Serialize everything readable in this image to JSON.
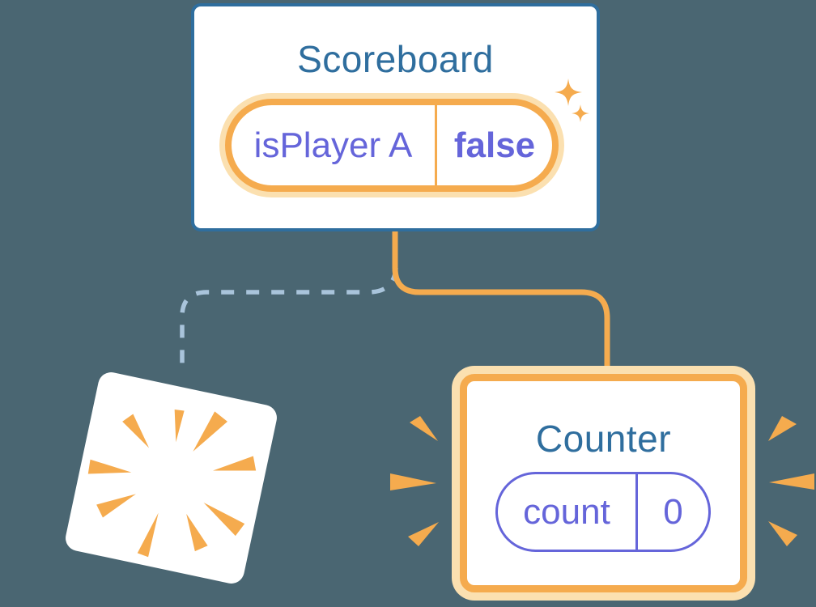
{
  "colors": {
    "bg": "#4A6672",
    "card": "#FFFFFF",
    "blue": "#2F6E9E",
    "purple": "#6565DA",
    "orange": "#F5AB4E",
    "orangeLight": "#FBE0B0",
    "dash": "#A9C4DB"
  },
  "scoreboard": {
    "title": "Scoreboard",
    "state": {
      "name": "isPlayer A",
      "value": "false"
    }
  },
  "counter": {
    "title": "Counter",
    "state": {
      "name": "count",
      "value": "0"
    }
  },
  "icons": {
    "sparkles": "sparkle-icon",
    "poof": "poof-burst-icon",
    "emphasis": "emphasis-mark-icon"
  }
}
